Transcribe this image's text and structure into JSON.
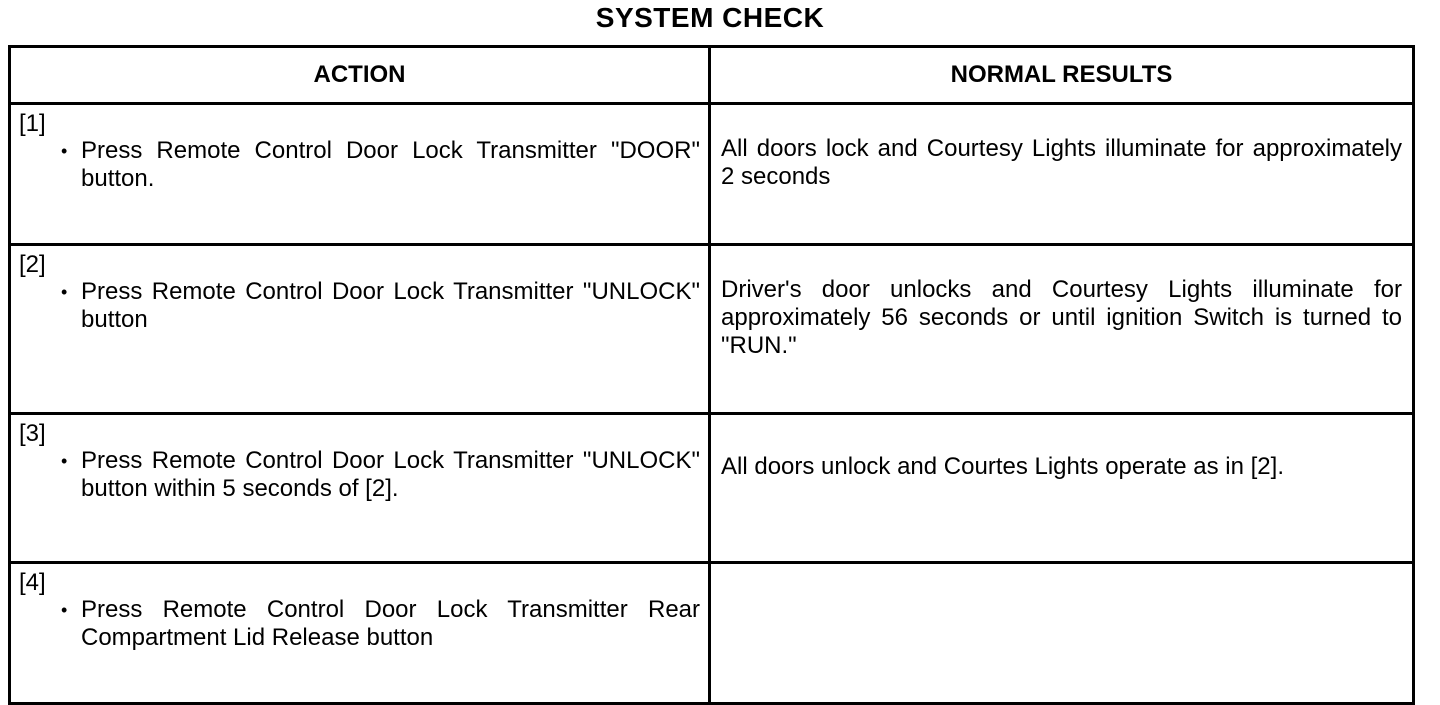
{
  "title": "SYSTEM CHECK",
  "table": {
    "headers": {
      "action": "ACTION",
      "results": "NORMAL RESULTS"
    },
    "rows": [
      {
        "step": "[1]",
        "bullet": "•",
        "action": "Press Remote Control Door Lock Transmitter \"DOOR\" button.",
        "result": "All doors lock and Courtesy Lights illuminate for approximately 2 seconds"
      },
      {
        "step": "[2]",
        "bullet": "•",
        "action": "Press Remote Control Door Lock Transmitter \"UNLOCK\" button",
        "result": "Driver's door unlocks and Courtesy Lights illuminate for approximately 56 seconds or until ignition Switch is turned to \"RUN.\""
      },
      {
        "step": "[3]",
        "bullet": "•",
        "action": "Press Remote Control Door Lock Transmitter \"UNLOCK\" button within 5 seconds of [2].",
        "result": "All doors unlock and Courtes Lights operate as in [2]."
      },
      {
        "step": "[4]",
        "bullet": "•",
        "action": "Press Remote Control Door Lock Transmitter Rear Compartment Lid Release button",
        "result": ""
      }
    ]
  }
}
